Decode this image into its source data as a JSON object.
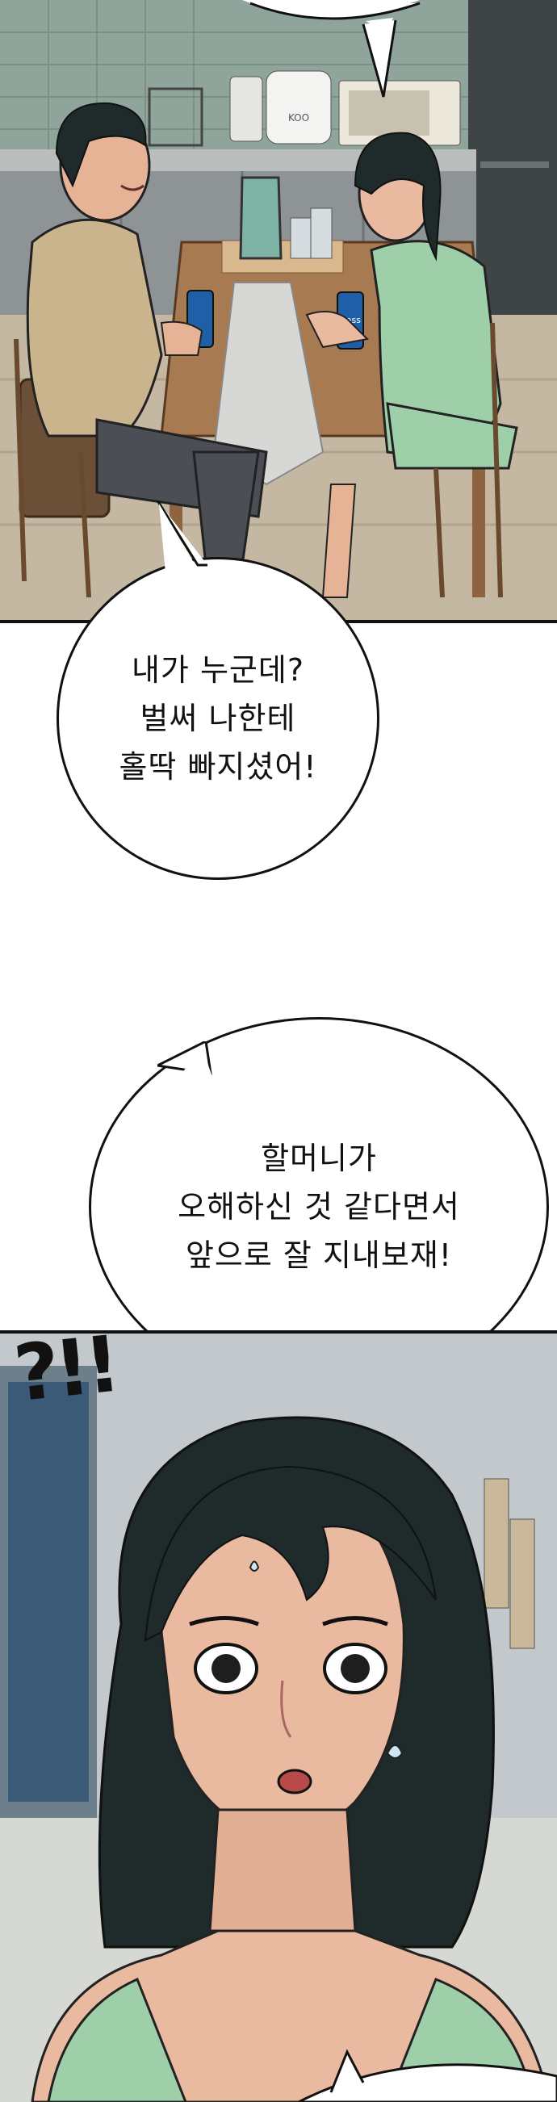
{
  "bubbles": {
    "b1": "내가 누군데?\n벌써 나한테\n홀딱 빠지셨어!",
    "b2": "할머니가\n오해하신 것 같다면서\n앞으로 잘 지내보재!"
  },
  "sfx": "?!!",
  "appliance_label": "KOO",
  "can_label": "Cass",
  "colors": {
    "outline": "#111111",
    "hair": "#1f2a2b",
    "skin": "#e9b9a0",
    "green_top": "#9fcfa8",
    "table": "#a77a52"
  }
}
